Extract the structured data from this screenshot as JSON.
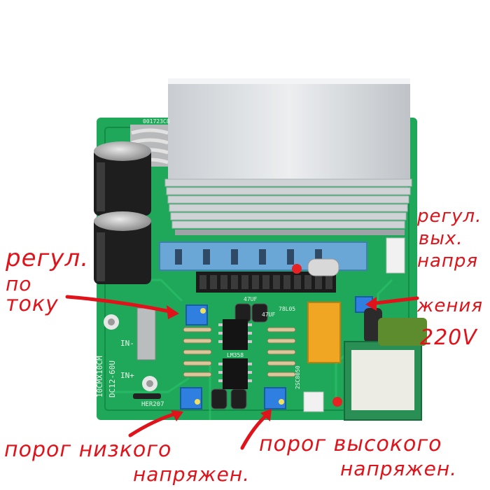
{
  "annotations": {
    "current_adjust": [
      "регул.",
      "по",
      "току"
    ],
    "voltage_adjust": [
      "регул.",
      "вых.",
      "напря",
      "жения",
      "220V"
    ],
    "low_threshold": [
      "порог низкого",
      "напряжен."
    ],
    "high_threshold": [
      "порог высокого",
      "напряжен."
    ]
  },
  "silkscreen": {
    "board_size": "10CMX10CM",
    "input_range": "DC12-60U",
    "in_minus": "IN-",
    "in_plus": "IN+",
    "diode": "HER207",
    "cap1": "47UF",
    "cap2": "47UF",
    "regulator": "78L05",
    "ic": "LM358",
    "transistor": "2SC8050",
    "top_code": "001723C8"
  },
  "colors": {
    "pcb": "#1fa85a",
    "annotation": "#e0131b",
    "heatsink": "#d7dadd",
    "trimmer": "#2f7fe0"
  }
}
